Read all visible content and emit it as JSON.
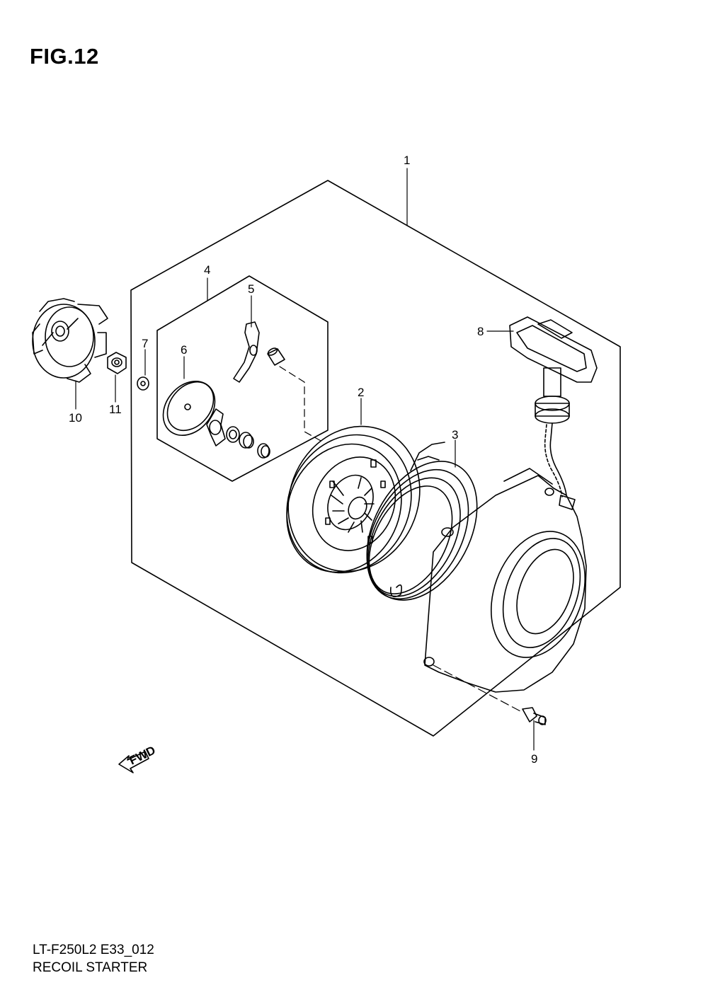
{
  "figure": {
    "title": "FIG.12"
  },
  "footer": {
    "model_code": "LT-F250L2 E33_012",
    "diagram_name": "RECOIL STARTER"
  },
  "fwd_label": "FWD",
  "callouts": [
    "1",
    "2",
    "3",
    "4",
    "5",
    "6",
    "7",
    "8",
    "9",
    "10",
    "11"
  ]
}
